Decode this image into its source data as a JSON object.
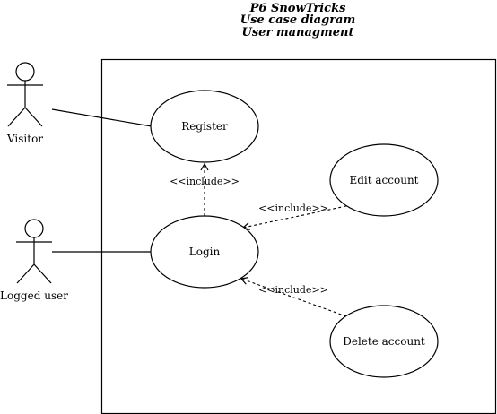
{
  "title": {
    "line1": "P6 SnowTricks",
    "line2": "Use case diagram",
    "line3": "User managment"
  },
  "actors": [
    {
      "id": "visitor",
      "label": "Visitor"
    },
    {
      "id": "logged-user",
      "label": "Logged user"
    }
  ],
  "use_cases": {
    "register": "Register",
    "login": "Login",
    "edit_account": "Edit account",
    "delete_account": "Delete account"
  },
  "relations": {
    "include_label": "<<include>>"
  }
}
